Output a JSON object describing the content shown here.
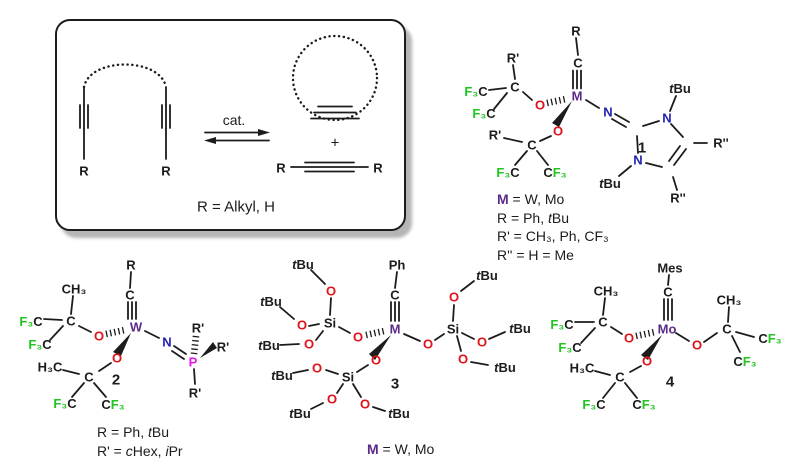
{
  "colors": {
    "metal": "#5b2a86",
    "oxygen": "#e01219",
    "nitrogen": "#2121b0",
    "phosphorus": "#e619e6",
    "fluorine": "#21c421",
    "bond_black": "#1c1c1c",
    "box_shadow": "#b5b5b5"
  },
  "scheme": {
    "cat": "cat.",
    "plus": "+",
    "note": "R = Alkyl, H"
  },
  "atoms": {
    "R": "R",
    "Rp": "R'",
    "Rpp": "R''",
    "C": "C",
    "O": "O",
    "N": "N",
    "P": "P",
    "Si": "Si",
    "M": "M",
    "W": "W",
    "Mo": "Mo",
    "F3": "F₃",
    "CH3": "CH₃",
    "H3C": "H₃C",
    "t": "t",
    "Bu": "Bu",
    "Ph": "Ph",
    "Mes": "Mes"
  },
  "labels": {
    "c1": "1",
    "c2": "2",
    "c3": "3",
    "c4": "4"
  },
  "legend1": {
    "m": "M",
    "m_eq": " = W, Mo",
    "r_pre": "R = Ph, ",
    "t": "t",
    "bu": "Bu",
    "rp": "R' = CH₃, Ph, CF₃",
    "rpp": "R'' = H = Me"
  },
  "legend2": {
    "r_pre": "R = Ph, ",
    "t": "t",
    "bu": "Bu",
    "rp_pre": "R' = ",
    "c": "c",
    "hex": "Hex, ",
    "i": "i",
    "pr": "Pr"
  },
  "legend3": {
    "m": "M",
    "m_eq": " = W, Mo"
  }
}
